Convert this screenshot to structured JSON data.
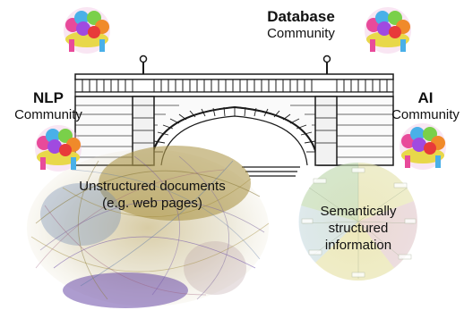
{
  "labels": {
    "database": {
      "title": "Database",
      "sub": "Community"
    },
    "nlp": {
      "title": "NLP",
      "sub": "Community"
    },
    "ai": {
      "title": "AI",
      "sub": "Community"
    }
  },
  "regions": {
    "unstructured": {
      "line1": "Unstructured documents",
      "line2": "(e.g. web pages)"
    },
    "structured": {
      "line1": "Semantically",
      "line2": "structured",
      "line3": "information"
    }
  },
  "icons": {
    "community": "people-circle-icon",
    "bridge": "stone-arch-bridge"
  },
  "colors": {
    "stone": "#1a1a1a",
    "network_gold": "#a08a3a",
    "network_purple": "#6a4aa8",
    "network_blue": "#4a6fa8",
    "graph_green": "#9ec78a",
    "graph_pink": "#d9a0b8",
    "graph_yellow": "#e6d67a"
  }
}
